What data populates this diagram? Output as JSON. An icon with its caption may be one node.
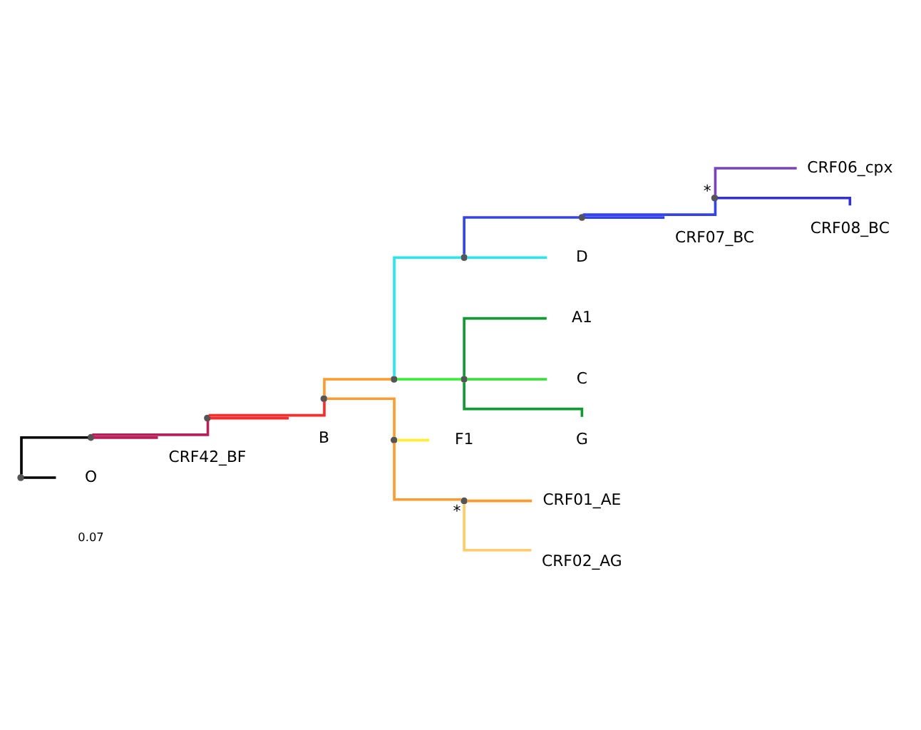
{
  "diagram": {
    "nodes": [
      {
        "text": [],
        "shape": "point"
      },
      {
        "text": [],
        "shape": "point"
      },
      {
        "text": [],
        "shape": "point"
      },
      {
        "text": [],
        "shape": "point"
      },
      {
        "text": [],
        "shape": "point"
      },
      {
        "text": [],
        "shape": "point"
      },
      {
        "text": [],
        "shape": "point"
      },
      {
        "text": [],
        "shape": "point",
        "beside": [
          "*"
        ]
      },
      {
        "text": [
          "CRF06_cpx"
        ]
      },
      {
        "text": [
          "CRF08_BC"
        ]
      },
      {
        "text": [
          "CRF07_BC"
        ]
      },
      {
        "text": [
          "D"
        ]
      },
      {
        "text": [],
        "shape": "point"
      },
      {
        "text": [
          "A1"
        ]
      },
      {
        "text": [
          "C"
        ]
      },
      {
        "text": [
          "G"
        ]
      },
      {
        "text": [],
        "shape": "point"
      },
      {
        "text": [
          "F1"
        ]
      },
      {
        "text": [],
        "shape": "point",
        "beside": [
          "*"
        ]
      },
      {
        "text": [
          "CRF01_AE"
        ]
      },
      {
        "text": [
          "CRF02_AG"
        ]
      },
      {
        "text": [
          "B"
        ]
      },
      {
        "text": [
          "CRF42_BF"
        ]
      },
      {
        "text": [
          "O"
        ]
      }
    ],
    "edges": [
      {
        "from": 0,
        "to": 1,
        "arrow": "none",
        "color": "#000000"
      },
      {
        "from": 1,
        "to": 2,
        "arrow": "none",
        "color": "#b8205c"
      },
      {
        "from": 2,
        "to": 3,
        "arrow": "none",
        "color": "#ff2a2a"
      },
      {
        "from": 3,
        "to": 4,
        "arrow": "none",
        "color": "#ff9a2e"
      },
      {
        "from": 4,
        "to": 5,
        "arrow": "none",
        "color": "#22e8f0"
      },
      {
        "from": 5,
        "to": 6,
        "arrow": "none",
        "color": "#3344ee"
      },
      {
        "from": 6,
        "to": 7,
        "arrow": "none",
        "color": "#3344ee"
      },
      {
        "from": 7,
        "to": 8,
        "arrow": "none",
        "color": "#7744bb"
      },
      {
        "from": 7,
        "to": 9,
        "arrow": "none",
        "color": "#3333cc"
      },
      {
        "from": 6,
        "to": 10,
        "arrow": "none",
        "color": "#3344ee"
      },
      {
        "from": 5,
        "to": 11,
        "arrow": "none",
        "color": "#22e8f0"
      },
      {
        "from": 4,
        "to": 12,
        "arrow": "none",
        "color": "#33ee33"
      },
      {
        "from": 12,
        "to": 13,
        "arrow": "none",
        "color": "#119933"
      },
      {
        "from": 12,
        "to": 14,
        "arrow": "none",
        "color": "#33dd33"
      },
      {
        "from": 12,
        "to": 15,
        "arrow": "none",
        "color": "#119933"
      },
      {
        "from": 3,
        "to": 16,
        "arrow": "none",
        "color": "#ff9a2e"
      },
      {
        "from": 16,
        "to": 17,
        "arrow": "none",
        "color": "#ffee33"
      },
      {
        "from": 16,
        "to": 18,
        "arrow": "none",
        "color": "#ff9a2e"
      },
      {
        "from": 18,
        "to": 19,
        "arrow": "none",
        "color": "#ff9a2e"
      },
      {
        "from": 18,
        "to": 20,
        "arrow": "none",
        "color": "#ffcc66"
      },
      {
        "from": 2,
        "to": 21,
        "arrow": "none",
        "color": "#ff2a2a"
      },
      {
        "from": 1,
        "to": 22,
        "arrow": "none",
        "color": "#b8205c"
      },
      {
        "from": 0,
        "to": 23,
        "arrow": "none",
        "color": "#000000"
      }
    ],
    "labels": [
      "0.07"
    ]
  }
}
